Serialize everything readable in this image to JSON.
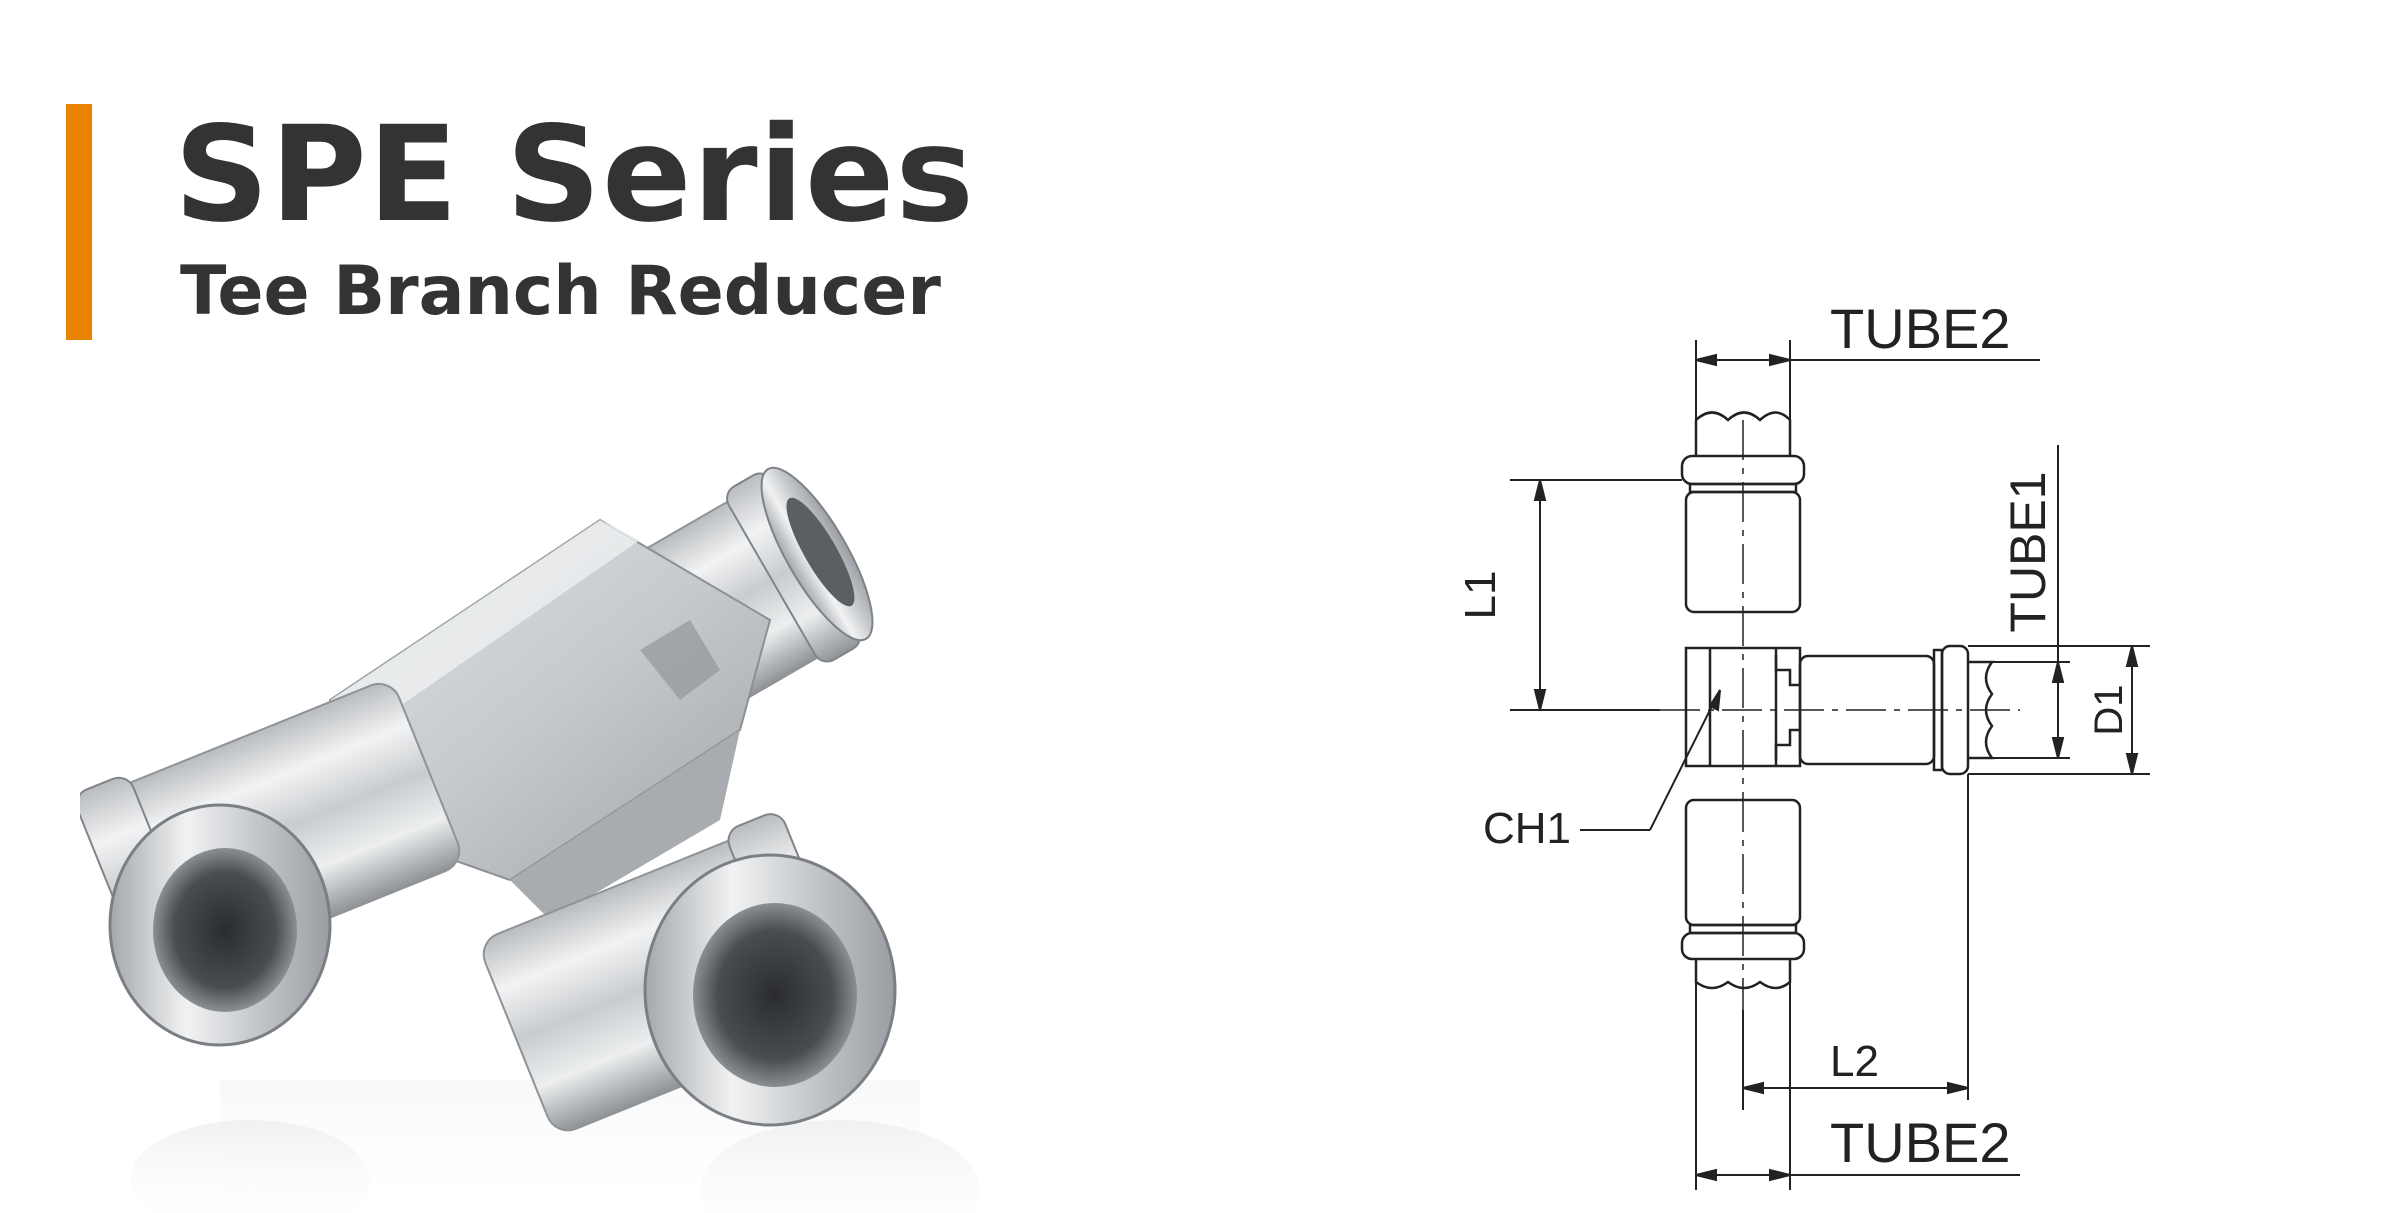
{
  "header": {
    "series_title": "SPE Series",
    "subtitle": "Tee Branch Reducer"
  },
  "drawing": {
    "labels": {
      "tube2_top": "TUBE2",
      "tube1": "TUBE1",
      "l1": "L1",
      "d1": "D1",
      "ch1": "CH1",
      "l2": "L2",
      "tube2_bottom": "TUBE2"
    }
  },
  "colors": {
    "accent": "#e98300",
    "title_text": "#333333"
  }
}
